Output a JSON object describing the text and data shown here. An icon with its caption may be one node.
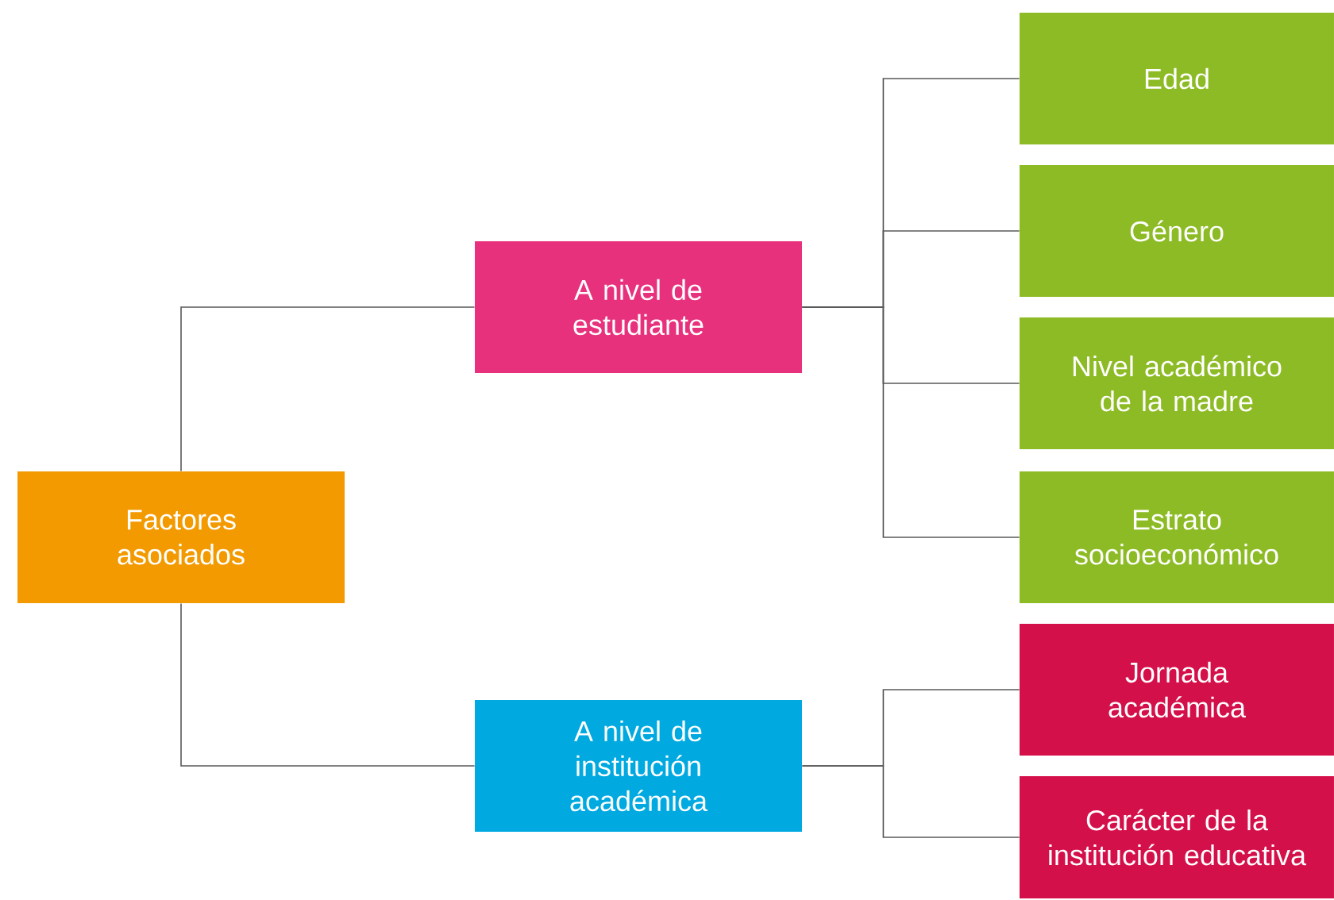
{
  "diagram": {
    "nodes": [
      {
        "text": [
          "Factores asociados"
        ]
      },
      {
        "text": [
          "A nivel de estudiante"
        ]
      },
      {
        "text": [
          "A nivel de institución académica"
        ]
      },
      {
        "text": [
          "Edad"
        ]
      },
      {
        "text": [
          "Género"
        ]
      },
      {
        "text": [
          "Nivel académico de la madre"
        ]
      },
      {
        "text": [
          "Estrato socioeconómico"
        ]
      },
      {
        "text": [
          "Jornada académica"
        ]
      },
      {
        "text": [
          "Carácter de la institución educativa"
        ]
      }
    ],
    "edges": [
      {
        "from": 0,
        "to": 1,
        "arrow": "none"
      },
      {
        "from": 0,
        "to": 2,
        "arrow": "none"
      },
      {
        "from": 1,
        "to": 3,
        "arrow": "none"
      },
      {
        "from": 1,
        "to": 4,
        "arrow": "none"
      },
      {
        "from": 1,
        "to": 5,
        "arrow": "none"
      },
      {
        "from": 1,
        "to": 6,
        "arrow": "none"
      },
      {
        "from": 2,
        "to": 7,
        "arrow": "none"
      },
      {
        "from": 2,
        "to": 8,
        "arrow": "none"
      }
    ]
  }
}
